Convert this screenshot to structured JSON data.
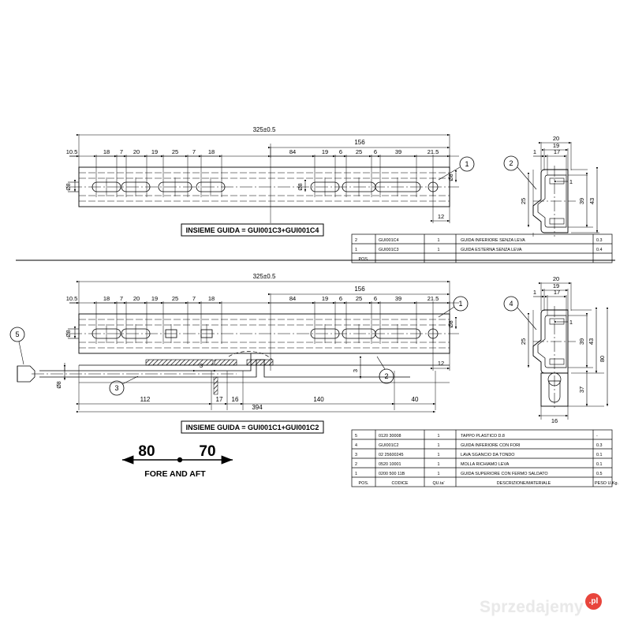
{
  "sheet": {
    "watermark": "Sprzedajemy",
    "watermark_badge": ".pl"
  },
  "top_view": {
    "overall_dim": "325±0.5",
    "span_dim": "156",
    "chain_left": [
      "10.5",
      "18",
      "7",
      "20",
      "19",
      "25",
      "7",
      "18"
    ],
    "chain_right": [
      "84",
      "19",
      "6",
      "25",
      "6",
      "39",
      "21.5"
    ],
    "hole_dia_left": "Ø8",
    "hole_dia_mid": "Ø8",
    "edge_dim_right": "Ø8",
    "bottom_dim": "12",
    "balloon": "1",
    "title": "INSIEME GUIDA = GUI001C3+GUI001C4"
  },
  "bottom_view": {
    "overall_dim": "325±0.5",
    "span_dim": "156",
    "chain_left": [
      "10.5",
      "18",
      "7",
      "20",
      "19",
      "25",
      "7",
      "18"
    ],
    "chain_right": [
      "84",
      "19",
      "6",
      "25",
      "6",
      "39",
      "21.5"
    ],
    "hole_dia_left": "Ø8",
    "edge_dim_right": "Ø8",
    "bottom_dim": "12",
    "rod_dia": "Ø8",
    "detail_dim": "3",
    "vertical_dim": "3",
    "lower_chain": [
      "112",
      "17",
      "16",
      "140",
      "40"
    ],
    "lower_total": "394",
    "balloons": [
      "1",
      "2",
      "3",
      "5"
    ],
    "title": "INSIEME GUIDA = GUI001C1+GUI001C2"
  },
  "section_top": {
    "balloon": "2",
    "dims": {
      "w_outer": "20",
      "w_mid": "19",
      "w_inner": "17",
      "t_left": "1",
      "t_inner": "1",
      "h_left": "25",
      "h_mid": "39",
      "h_outer": "43"
    }
  },
  "section_bottom": {
    "balloon": "4",
    "dims": {
      "w_outer": "20",
      "w_mid": "19",
      "w_inner": "17",
      "t_left": "1",
      "t_inner": "1",
      "h_left": "25",
      "h_mid": "39",
      "h_outer": "43",
      "h_total": "80",
      "h_tab": "37",
      "w_tab": "16"
    }
  },
  "fore_aft": {
    "left_value": "80",
    "right_value": "70",
    "label": "FORE AND AFT"
  },
  "table_top": {
    "rows": [
      {
        "pos": "2",
        "code": "GUI001C4",
        "qty": "1",
        "desc": "GUIDA INFERIORE SENZA LEVA",
        "weight": "0.3"
      },
      {
        "pos": "1",
        "code": "GUI001C3",
        "qty": "1",
        "desc": "GUIDA ESTERNA SENZA LEVA",
        "weight": "0.4"
      }
    ],
    "header": {
      "pos": "POS.",
      "code": "",
      "qty": "",
      "desc": "",
      "weight": ""
    }
  },
  "table_bottom": {
    "rows": [
      {
        "pos": "5",
        "code": "0120 30008",
        "qty": "1",
        "desc": "TAPPO PLASTICO D.8",
        "weight": "-"
      },
      {
        "pos": "4",
        "code": "GUI001C2",
        "qty": "1",
        "desc": "GUIDA INFERIORE CON FORI",
        "weight": "0.3"
      },
      {
        "pos": "3",
        "code": "02 25600245",
        "qty": "1",
        "desc": "LAVA SGANCIO DA TONDO",
        "weight": "0.1"
      },
      {
        "pos": "2",
        "code": "0520 10001",
        "qty": "1",
        "desc": "MOLLA RICHIAMO LEVA",
        "weight": "0.1"
      },
      {
        "pos": "1",
        "code": "0200 500 11B",
        "qty": "1",
        "desc": "GUIDA SUPERIORE CON FERMO SALDATO",
        "weight": "0.5"
      }
    ],
    "header": {
      "pos": "POS.",
      "code": "CODICE",
      "qty": "QU.ta'",
      "desc": "DESCRIZIONE/MATERIALE",
      "weight": "PESO  U.Kg."
    }
  }
}
